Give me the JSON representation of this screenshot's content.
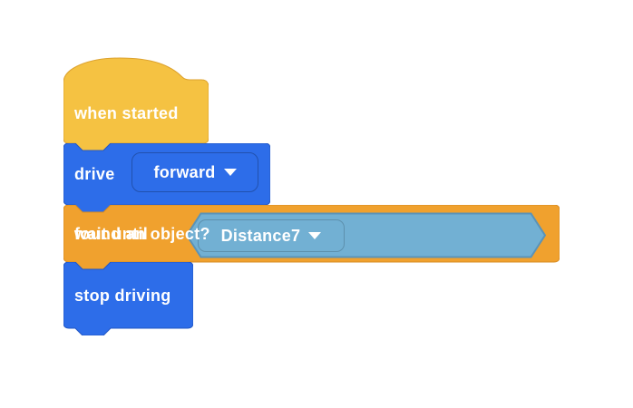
{
  "canvas": {
    "name": "block-programming-workspace"
  },
  "colors": {
    "canvas_bg": "#ffffff",
    "hat_yellow": "#F5C242",
    "hat_yellow_border": "#DDA22E",
    "block_blue": "#2D6DE9",
    "block_blue_border": "#2257C4",
    "block_orange": "#F0A12E",
    "block_orange_border": "#D98C21",
    "sensing_blue": "#72B0D3",
    "sensing_blue_border": "#5A93B8",
    "text_white": "#FFFFFF"
  },
  "blocks": {
    "when_started": {
      "label": "when started"
    },
    "drive": {
      "label": "drive",
      "direction_dropdown": {
        "value": "forward"
      }
    },
    "wait_until": {
      "label": "wait until",
      "condition": {
        "sensor_dropdown": {
          "value": "Distance7"
        },
        "predicate_label": "found an object?"
      }
    },
    "stop_driving": {
      "label": "stop driving"
    }
  }
}
